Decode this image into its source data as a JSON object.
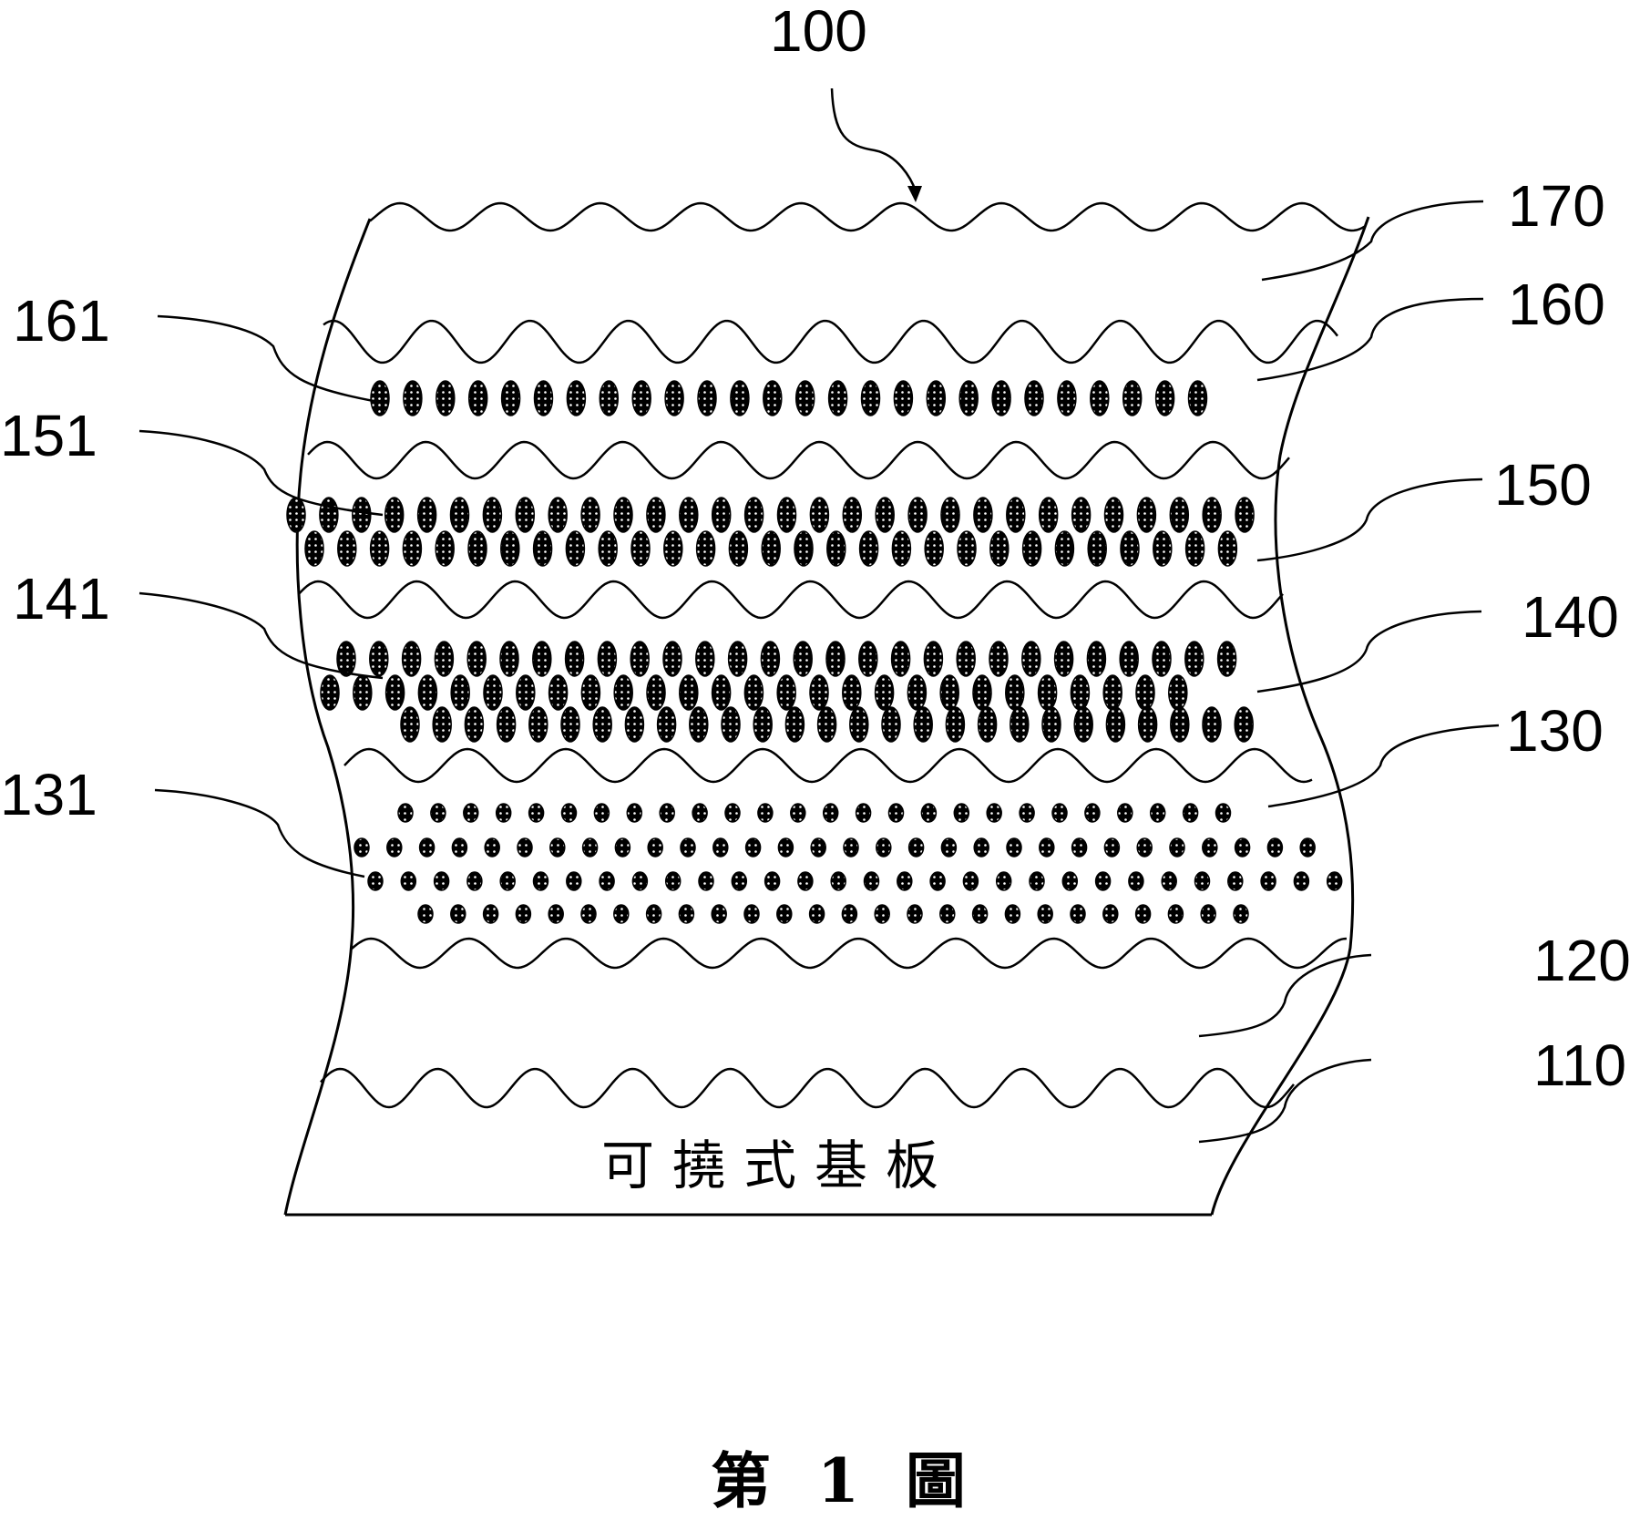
{
  "figure": {
    "assembly_label": "100",
    "caption": "第 1 圖",
    "substrate_text": "可撓式基板",
    "layer_labels": [
      "170",
      "160",
      "150",
      "140",
      "130",
      "120",
      "110"
    ],
    "particle_labels": [
      "161",
      "151",
      "141",
      "131"
    ],
    "layers": [
      {
        "id": "170",
        "type": "layer"
      },
      {
        "id": "160",
        "type": "particle-layer",
        "particles": "161",
        "rows": [
          26
        ],
        "shape": "ellipse"
      },
      {
        "id": "150",
        "type": "particle-layer",
        "particles": "151",
        "rows": [
          30,
          29
        ],
        "shape": "ellipse"
      },
      {
        "id": "140",
        "type": "particle-layer",
        "particles": "141",
        "rows": [
          28,
          27,
          27
        ],
        "shape": "ellipse"
      },
      {
        "id": "130",
        "type": "particle-layer",
        "particles": "131",
        "rows": [
          26,
          30,
          30,
          26
        ],
        "shape": "dot"
      },
      {
        "id": "120",
        "type": "layer"
      },
      {
        "id": "110",
        "type": "substrate"
      }
    ],
    "colors": {
      "ink": "#000000",
      "paper": "#ffffff"
    }
  }
}
